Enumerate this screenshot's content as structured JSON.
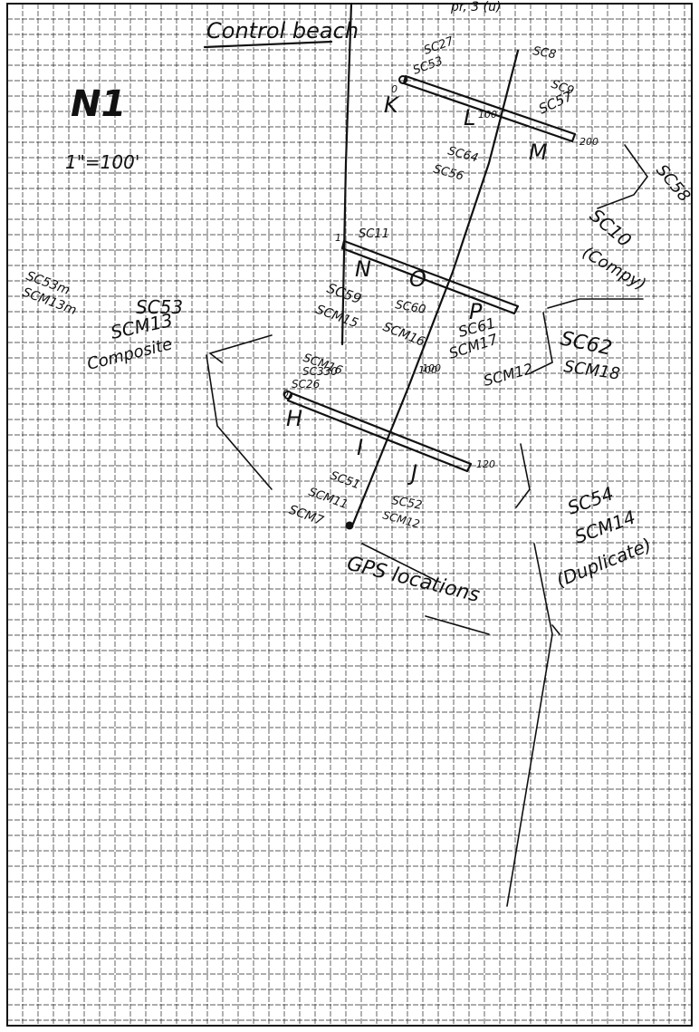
{
  "sheet": {
    "top_fragment": "pr, 3 (u)",
    "title": "Control beach",
    "site": "N1",
    "scale": "1\"=100'",
    "footer": "GPS locations"
  },
  "composites": [
    {
      "samples": "SC53m",
      "monitor": "SCM13m",
      "code": "SC53",
      "monitor_code": "SCM13",
      "label": "Composite"
    },
    {
      "code": "SC10",
      "label": "(Compy)",
      "extra": "SC58"
    },
    {
      "code": "SC62",
      "monitor": "SCM18"
    },
    {
      "code": "SC54",
      "monitor": "SCM14",
      "label": "(Duplicate)"
    }
  ],
  "transects": [
    {
      "points": [
        "K",
        "L",
        "M"
      ],
      "samples": [
        "SC27",
        "SC53",
        "SC8",
        "SC9",
        "SC57",
        "SC64",
        "SC56"
      ],
      "ticks": [
        "0",
        "100",
        "200"
      ]
    },
    {
      "points": [
        "N",
        "O",
        "P"
      ],
      "samples": [
        "SC11",
        "SC59",
        "SCM15",
        "SC60",
        "SCM16",
        "SC61",
        "SCM17",
        "SCM12"
      ],
      "ticks": [
        "1",
        "100"
      ]
    },
    {
      "points": [
        "H",
        "I",
        "J"
      ],
      "samples": [
        "SCM16",
        "SC330",
        "SC26",
        "SC51",
        "SCM11",
        "SC52",
        "SCM12",
        "SCM7"
      ],
      "ticks": [
        "0",
        "100",
        "120"
      ]
    }
  ]
}
